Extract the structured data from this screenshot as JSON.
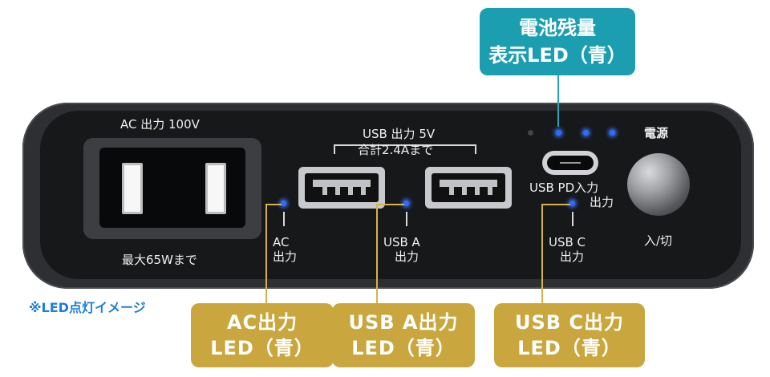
{
  "device": {
    "ac_top_label": "AC 出力 100V",
    "ac_bottom_label": "最大65Wまで",
    "usb_top_label": "USB 出力 5V",
    "usb_top_sublabel": "合計2.4Aまで",
    "usbc_label_line1": "USB PD入力",
    "usbc_label_line2": "出力",
    "power_label": "電源",
    "power_sublabel": "入/切",
    "ac_led_label_line1": "AC",
    "ac_led_label_line2": "出力",
    "usba_led_label_line1": "USB A",
    "usba_led_label_line2": "出力",
    "usbc_led_label_line1": "USB C",
    "usbc_led_label_line2": "出力"
  },
  "callouts": {
    "battery_led_line1": "電池残量",
    "battery_led_line2": "表示LED（青）",
    "ac_led_line1": "AC出力",
    "ac_led_line2": "LED（青）",
    "usba_led_line1": "USB A出力",
    "usba_led_line2": "LED（青）",
    "usbc_led_line1": "USB C出力",
    "usbc_led_line2": "LED（青）"
  },
  "note": "※LED点灯イメージ",
  "colors": {
    "led_blue": "#2f6bff",
    "callout_gold": "#c9a73e",
    "callout_teal": "#1b9eb0",
    "note_blue": "#1c7fd8"
  }
}
